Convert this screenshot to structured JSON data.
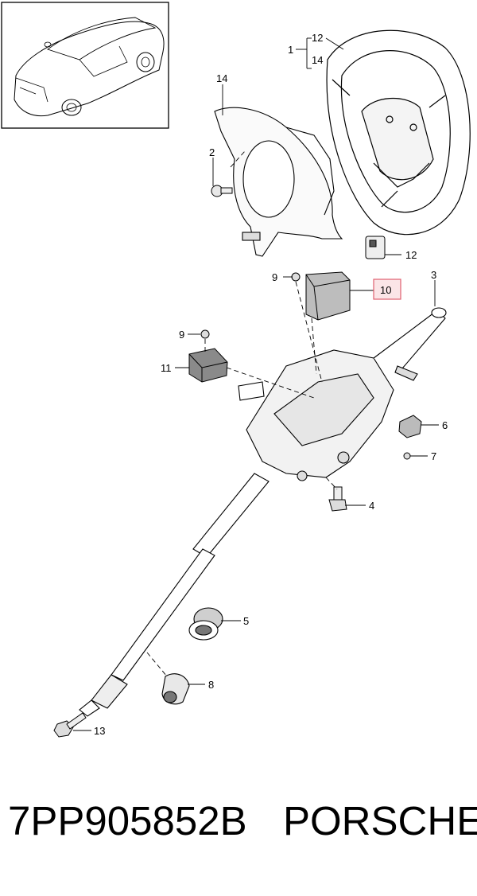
{
  "callouts": [
    {
      "id": "label-12-top",
      "text": "12"
    },
    {
      "id": "label-1",
      "text": "1"
    },
    {
      "id": "label-14-top",
      "text": "14"
    },
    {
      "id": "label-14-cover",
      "text": "14"
    },
    {
      "id": "label-2",
      "text": "2"
    },
    {
      "id": "label-12-clip",
      "text": "12"
    },
    {
      "id": "label-9-upper",
      "text": "9"
    },
    {
      "id": "label-10",
      "text": "10"
    },
    {
      "id": "label-3",
      "text": "3"
    },
    {
      "id": "label-9-lower",
      "text": "9"
    },
    {
      "id": "label-11",
      "text": "11"
    },
    {
      "id": "label-6",
      "text": "6"
    },
    {
      "id": "label-7",
      "text": "7"
    },
    {
      "id": "label-4",
      "text": "4"
    },
    {
      "id": "label-5",
      "text": "5"
    },
    {
      "id": "label-8",
      "text": "8"
    },
    {
      "id": "label-13",
      "text": "13"
    }
  ],
  "caption": {
    "part_number": "7PP905852B",
    "brand": "PORSCHE"
  },
  "highlight_color": "#e06070",
  "highlight_fill": "#fbe5e7"
}
